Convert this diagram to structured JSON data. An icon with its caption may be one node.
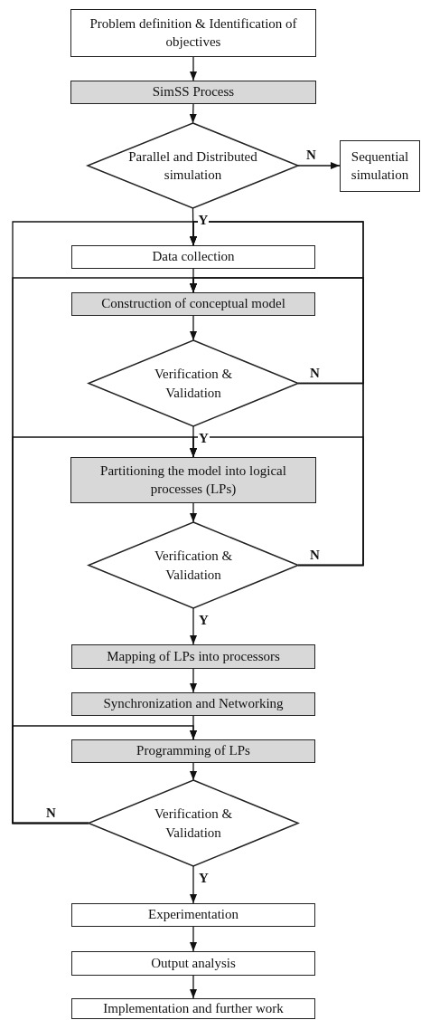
{
  "diagram": {
    "nodes": [
      {
        "text": [
          "Problem definition & Identification of objectives"
        ]
      },
      {
        "text": [
          "SimSS Process"
        ]
      },
      {
        "text": [
          "Parallel and Distributed simulation"
        ]
      },
      {
        "text": [
          "Sequential simulation"
        ]
      },
      {
        "text": [
          "Data collection"
        ]
      },
      {
        "text": [
          "Construction of conceptual model"
        ]
      },
      {
        "text": [
          "Verification & Validation"
        ]
      },
      {
        "text": [
          "Partitioning the model into logical processes (LPs)"
        ]
      },
      {
        "text": [
          "Verification & Validation"
        ]
      },
      {
        "text": [
          "Mapping of LPs into processors"
        ]
      },
      {
        "text": [
          "Synchronization and Networking"
        ]
      },
      {
        "text": [
          "Programming of LPs"
        ]
      },
      {
        "text": [
          "Verification & Validation"
        ]
      },
      {
        "text": [
          "Experimentation"
        ]
      },
      {
        "text": [
          "Output analysis"
        ]
      },
      {
        "text": [
          "Implementation and further work"
        ]
      }
    ],
    "edges": [
      {
        "from": 0,
        "to": 1,
        "arrow": "to"
      },
      {
        "from": 1,
        "to": 2,
        "arrow": "to"
      },
      {
        "from": 2,
        "to": 3,
        "arrow": "to",
        "label": "N"
      },
      {
        "from": 2,
        "to": 4,
        "arrow": "to",
        "label": "Y"
      },
      {
        "from": 4,
        "to": 5,
        "arrow": "to"
      },
      {
        "from": 5,
        "to": 6,
        "arrow": "to"
      },
      {
        "from": 6,
        "to": 7,
        "arrow": "to",
        "label": "Y"
      },
      {
        "from": 6,
        "to": 4,
        "arrow": "to",
        "label": "N"
      },
      {
        "from": 6,
        "to": 5,
        "arrow": "to"
      },
      {
        "from": 7,
        "to": 8,
        "arrow": "to"
      },
      {
        "from": 8,
        "to": 9,
        "arrow": "to",
        "label": "Y"
      },
      {
        "from": 8,
        "to": 7,
        "arrow": "to",
        "label": "N"
      },
      {
        "from": 8,
        "to": 4,
        "arrow": "to"
      },
      {
        "from": 8,
        "to": 5,
        "arrow": "to"
      },
      {
        "from": 9,
        "to": 10,
        "arrow": "to"
      },
      {
        "from": 10,
        "to": 11,
        "arrow": "to"
      },
      {
        "from": 11,
        "to": 12,
        "arrow": "to"
      },
      {
        "from": 12,
        "to": 13,
        "arrow": "to",
        "label": "Y"
      },
      {
        "from": 12,
        "to": 4,
        "arrow": "to",
        "label": "N"
      },
      {
        "from": 12,
        "to": 5,
        "arrow": "to"
      },
      {
        "from": 12,
        "to": 7,
        "arrow": "to"
      },
      {
        "from": 12,
        "to": 11,
        "arrow": "to"
      },
      {
        "from": 13,
        "to": 14,
        "arrow": "to"
      },
      {
        "from": 14,
        "to": 15,
        "arrow": "to"
      }
    ]
  }
}
